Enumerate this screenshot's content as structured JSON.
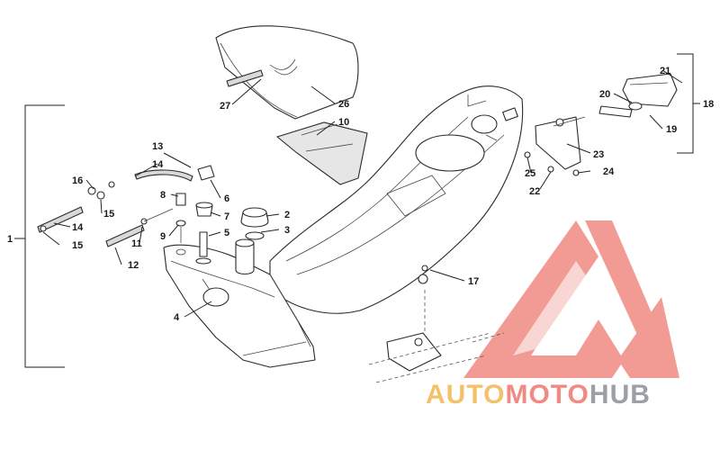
{
  "diagram": {
    "callouts": [
      "1",
      "2",
      "3",
      "4",
      "5",
      "6",
      "7",
      "8",
      "9",
      "10",
      "11",
      "12",
      "13",
      "14",
      "14",
      "15",
      "15",
      "16",
      "17",
      "18",
      "19",
      "20",
      "21",
      "22",
      "23",
      "24",
      "25",
      "26",
      "27"
    ]
  },
  "watermark": {
    "logo_color": "#f08a82",
    "words": [
      {
        "text": "AUTO",
        "color": "#f5c06a"
      },
      {
        "text": "MOTO",
        "color": "#f08a82"
      },
      {
        "text": "HUB",
        "color": "#9aa0a6"
      }
    ]
  }
}
